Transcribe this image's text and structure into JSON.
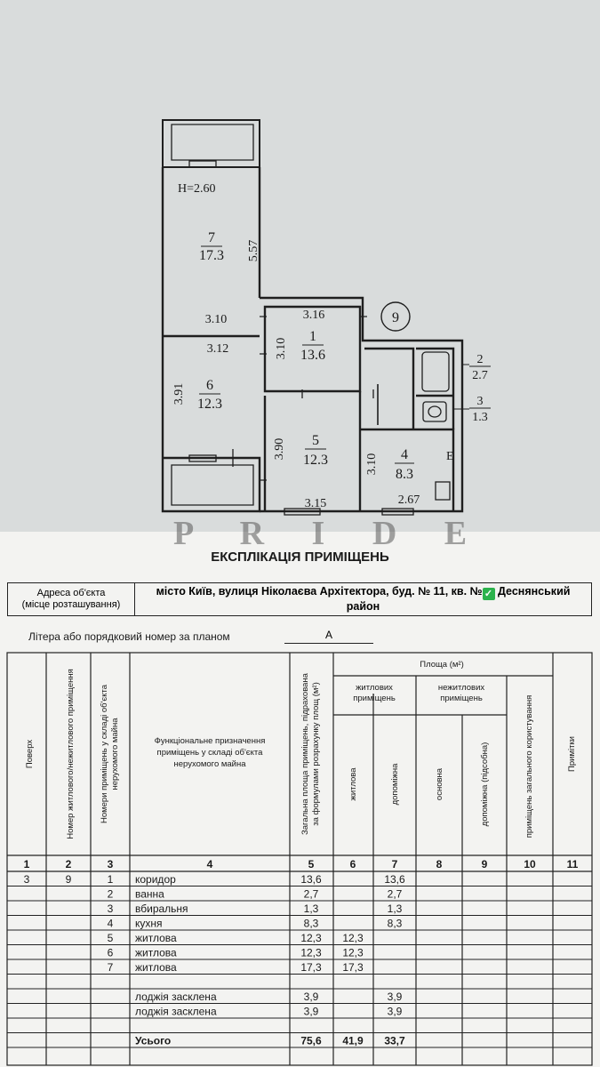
{
  "plan": {
    "height_label": "H=2.60",
    "apartment_number": "9",
    "letter_e": "E",
    "rooms": [
      {
        "num": "7",
        "area": "17.3"
      },
      {
        "num": "6",
        "area": "12.3"
      },
      {
        "num": "1",
        "area": "13.6"
      },
      {
        "num": "5",
        "area": "12.3"
      },
      {
        "num": "4",
        "area": "8.3"
      },
      {
        "num": "2",
        "area": "2.7"
      },
      {
        "num": "3",
        "area": "1.3"
      }
    ],
    "dims": [
      "5.57",
      "3.10",
      "3.16",
      "3.12",
      "3.10",
      "3.91",
      "3.90",
      "3.10",
      "3.15",
      "2.67"
    ]
  },
  "watermark": "P R I D E",
  "doc": {
    "title": "ЕКСПЛІКАЦІЯ ПРИМІЩЕНЬ",
    "address_label_1": "Адреса об'єкта",
    "address_label_2": "(місце розташування)",
    "address_value_1": "місто Київ, вулиця Ніколаєва Архітектора, буд. № 11, кв. №",
    "address_check": "✓",
    "address_value_2": "Деснянський",
    "address_value_3": "район",
    "litera_label": "Літера або порядковий номер за планом",
    "litera_value": "А"
  },
  "table": {
    "headers": {
      "floor": "Поверх",
      "apt_no": "Номер житлового/нежитлового приміщення",
      "room_no_1": "Номери приміщень у складі об'єкта",
      "room_no_2": "нерухомого майна",
      "purpose_1": "Функціональне призначення",
      "purpose_2": "приміщень у складі об'єкта",
      "purpose_3": "нерухомого майна",
      "total_1": "Загальна площа приміщень, підрахована",
      "total_2": "за формулами розрахунку площ (м²)",
      "area_group": "Площа (м²)",
      "living_group_1": "житлових",
      "living_group_2": "приміщень",
      "nonliving_group_1": "нежитлових",
      "nonliving_group_2": "приміщень",
      "living": "житлова",
      "auxiliary": "допоміжна",
      "main": "основна",
      "aux_sub": "допоміжна (підсобна)",
      "common": "приміщень загального користування",
      "notes": "Примітки"
    },
    "col_numbers": [
      "1",
      "2",
      "3",
      "4",
      "5",
      "6",
      "7",
      "8",
      "9",
      "10",
      "11"
    ],
    "rows": [
      {
        "floor": "3",
        "apt": "9",
        "room": "1",
        "name": "коридор",
        "total": "13,6",
        "living": "",
        "aux": "13,6"
      },
      {
        "floor": "",
        "apt": "",
        "room": "2",
        "name": "ванна",
        "total": "2,7",
        "living": "",
        "aux": "2,7"
      },
      {
        "floor": "",
        "apt": "",
        "room": "3",
        "name": "вбиральня",
        "total": "1,3",
        "living": "",
        "aux": "1,3"
      },
      {
        "floor": "",
        "apt": "",
        "room": "4",
        "name": "кухня",
        "total": "8,3",
        "living": "",
        "aux": "8,3"
      },
      {
        "floor": "",
        "apt": "",
        "room": "5",
        "name": "житлова",
        "total": "12,3",
        "living": "12,3",
        "aux": ""
      },
      {
        "floor": "",
        "apt": "",
        "room": "6",
        "name": "житлова",
        "total": "12,3",
        "living": "12,3",
        "aux": ""
      },
      {
        "floor": "",
        "apt": "",
        "room": "7",
        "name": "житлова",
        "total": "17,3",
        "living": "17,3",
        "aux": ""
      },
      {
        "floor": "",
        "apt": "",
        "room": "",
        "name": "",
        "total": "",
        "living": "",
        "aux": ""
      },
      {
        "floor": "",
        "apt": "",
        "room": "",
        "name": "лоджія засклена",
        "total": "3,9",
        "living": "",
        "aux": "3,9"
      },
      {
        "floor": "",
        "apt": "",
        "room": "",
        "name": "лоджія засклена",
        "total": "3,9",
        "living": "",
        "aux": "3,9"
      },
      {
        "floor": "",
        "apt": "",
        "room": "",
        "name": "",
        "total": "",
        "living": "",
        "aux": ""
      }
    ],
    "total_row": {
      "name": "Усього",
      "total": "75,6",
      "living": "41,9",
      "aux": "33,7"
    }
  }
}
